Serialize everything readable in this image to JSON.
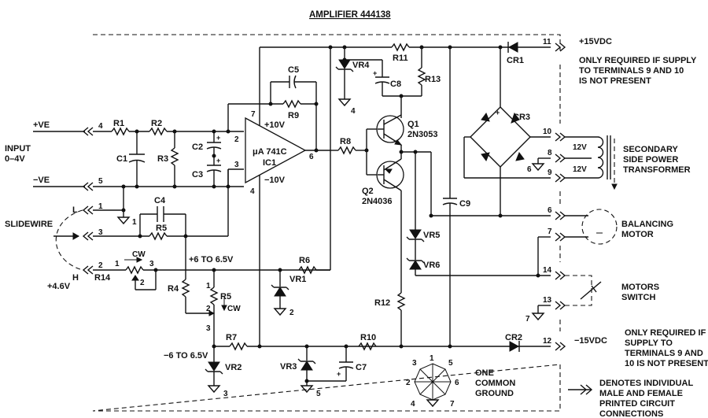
{
  "title": "AMPLIFIER 444138",
  "inputs": {
    "pve": "+VE",
    "nve": "−VE",
    "input_label_1": "INPUT",
    "input_label_2": "0–4V",
    "slidewire": "SLIDEWIRE",
    "l": "L",
    "h": "H",
    "h_voltage": "+4.6V"
  },
  "terminals": {
    "t4": "4",
    "t5": "5",
    "t1": "1",
    "t3": "3",
    "t2": "2",
    "t11": "11",
    "t10": "10",
    "t8": "8",
    "t9": "9",
    "t6": "6",
    "t7": "7",
    "t14": "14",
    "t13": "13",
    "t12": "12"
  },
  "components": {
    "r1": "R1",
    "r2": "R2",
    "r3": "R3",
    "r4": "R4",
    "r5_top": "R5",
    "r5_pot": "R5",
    "r6": "R6",
    "r7": "R7",
    "r8": "R8",
    "r9": "R9",
    "r10": "R10",
    "r11": "R11",
    "r12": "R12",
    "r13": "R13",
    "r14": "R14",
    "c1": "C1",
    "c2": "C2",
    "c3": "C3",
    "c4": "C4",
    "c5": "C5",
    "c7": "C7",
    "c8": "C8",
    "c9": "C9",
    "vr1": "VR1",
    "vr2": "VR2",
    "vr3": "VR3",
    "vr4": "VR4",
    "vr5": "VR5",
    "vr6": "VR6",
    "cr1": "CR1",
    "cr2": "CR2",
    "cr3": "CR3",
    "q1": "Q1",
    "q1_type": "2N3053",
    "q2": "Q2",
    "q2_type": "2N4036",
    "ic_type": "μA 741C",
    "ic_name": "IC1"
  },
  "opamp": {
    "pin7": "7",
    "pin4": "4",
    "pin2": "2",
    "pin3": "3",
    "pin6": "6",
    "pos_supply": "+10V",
    "neg_supply": "−10V"
  },
  "pot_pins": {
    "p1": "1",
    "p2": "2",
    "p3": "3",
    "cw": "CW",
    "cw_r5": "CW"
  },
  "r14_pins": {
    "p1": "1",
    "p2": "2",
    "p3": "3"
  },
  "grounds": {
    "g1": "1",
    "g2": "2",
    "g3": "3",
    "g4": "4",
    "g5": "5",
    "g6": "6",
    "g7": "7"
  },
  "voltages": {
    "pos_ref": "+6 TO 6.5V",
    "neg_ref": "−6 TO 6.5V",
    "pos_15": "+15VDC",
    "neg_15": "−15VDC",
    "v12_top": "12V",
    "v12_bottom": "12V"
  },
  "notes": {
    "top_1": "ONLY REQUIRED IF SUPPLY",
    "top_2": "TO TERMINALS 9 AND 10",
    "top_3": "IS NOT PRESENT",
    "bottom_1": "ONLY REQUIRED IF",
    "bottom_2": "SUPPLY TO",
    "bottom_3": "TERMINALS 9 AND",
    "bottom_4": "10 IS NOT PRESENT",
    "transformer_1": "SECONDARY",
    "transformer_2": "SIDE POWER",
    "transformer_3": "TRANSFORMER",
    "motor_1": "BALANCING",
    "motor_2": "MOTOR",
    "switch_1": "MOTORS",
    "switch_2": "SWITCH",
    "ground_1": "ONE",
    "ground_2": "COMMON",
    "ground_3": "GROUND",
    "legend_1": "DENOTES INDIVIDUAL",
    "legend_2": "MALE AND FEMALE",
    "legend_3": "PRINTED CIRCUIT",
    "legend_4": "CONNECTIONS"
  },
  "common_ground_nodes": [
    "1",
    "2",
    "3",
    "4",
    "5",
    "6",
    "7"
  ]
}
